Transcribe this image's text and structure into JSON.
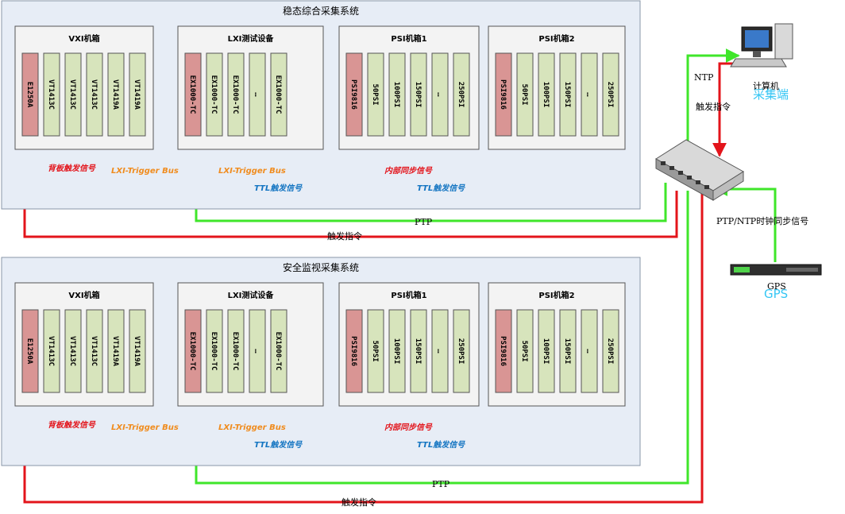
{
  "colors": {
    "red": "#e3141b",
    "orange": "#f08c1e",
    "blue": "#1475c2",
    "purple": "#7b3aa8",
    "green": "#3fe62a",
    "card_green": "#d7e4bc",
    "card_red": "#d99594",
    "label_blue": "#35c6f4"
  },
  "systems": [
    {
      "title": "稳态综合采集系统",
      "chassis": [
        {
          "title": "VXI机箱",
          "cards": [
            "E1250A",
            "VT1413C",
            "VT1413C",
            "VT1413C",
            "VT1419A",
            "VT1419A"
          ]
        },
        {
          "title": "LXI测试设备",
          "cards": [
            "EX1000-TC",
            "EX1000-TC",
            "EX1000-TC",
            "…",
            "EX1000-TC"
          ]
        },
        {
          "title": "PSI机箱1",
          "cards": [
            "PSI9816",
            "50PSI",
            "100PSI",
            "150PSI",
            "…",
            "250PSI"
          ]
        },
        {
          "title": "PSI机箱2",
          "cards": [
            "PSI9816",
            "50PSI",
            "100PSI",
            "150PSI",
            "…",
            "250PSI"
          ]
        }
      ],
      "signals": {
        "backplane": "背板触发信号",
        "lxi_bus_1": "LXI-Trigger Bus",
        "lxi_bus_2": "LXI-Trigger Bus",
        "internal_sync": "内部同步信号",
        "ttl_1": "TTL触发信号",
        "ttl_2": "TTL触发信号",
        "ptp": "PTP",
        "trigger": "触发指令"
      }
    },
    {
      "title": "安全监视采集系统",
      "chassis": [
        {
          "title": "VXI机箱",
          "cards": [
            "E1250A",
            "VT1413C",
            "VT1413C",
            "VT1413C",
            "VT1419A",
            "VT1419A"
          ]
        },
        {
          "title": "LXI测试设备",
          "cards": [
            "EX1000-TC",
            "EX1000-TC",
            "EX1000-TC",
            "…",
            "EX1000-TC"
          ]
        },
        {
          "title": "PSI机箱1",
          "cards": [
            "PSI9816",
            "50PSI",
            "100PSI",
            "150PSI",
            "…",
            "250PSI"
          ]
        },
        {
          "title": "PSI机箱2",
          "cards": [
            "PSI9816",
            "50PSI",
            "100PSI",
            "150PSI",
            "…",
            "250PSI"
          ]
        }
      ],
      "signals": {
        "backplane": "背板触发信号",
        "lxi_bus_1": "LXI-Trigger Bus",
        "lxi_bus_2": "LXI-Trigger Bus",
        "internal_sync": "内部同步信号",
        "ttl_1": "TTL触发信号",
        "ttl_2": "TTL触发信号",
        "ptp": "PTP",
        "trigger": "触发指令"
      }
    }
  ],
  "right": {
    "ntp": "NTP",
    "computer": "计算机",
    "collector": "采集端",
    "trigger_cmd": "触发指令",
    "sync_signal": "PTP/NTP时钟同步信号",
    "gps": "GPS",
    "gps_blue": "GPS",
    "computer_icon": "desktop-computer-icon",
    "switch_icon": "network-switch-icon",
    "gps_icon": "gps-receiver-icon"
  }
}
